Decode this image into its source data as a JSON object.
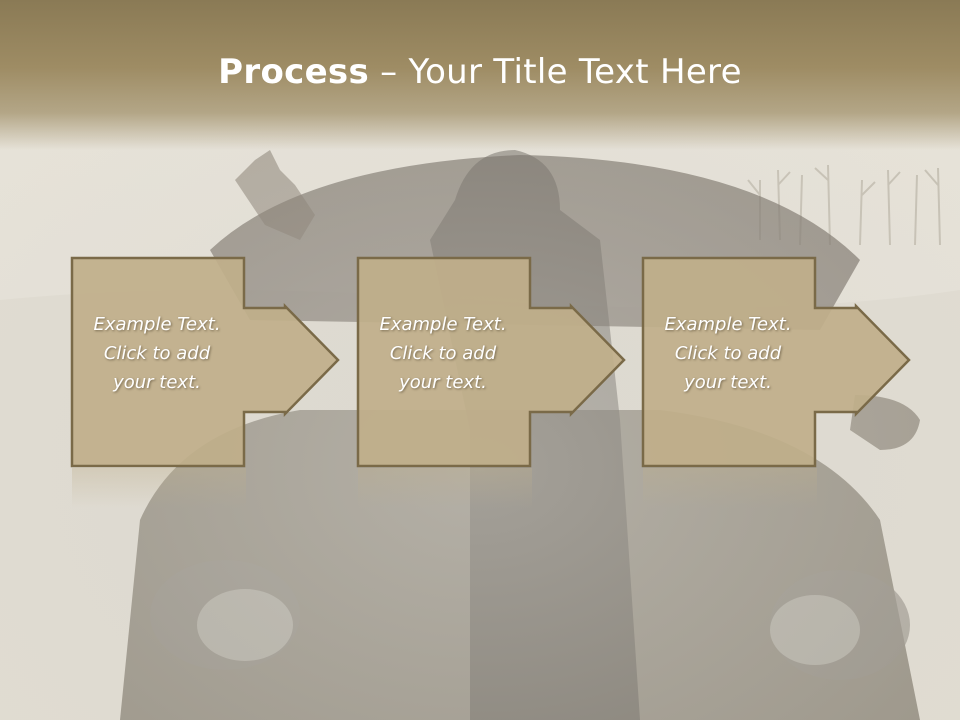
{
  "slide": {
    "title_bold": "Process",
    "title_rest": " – Your Title Text Here"
  },
  "steps": [
    {
      "text": "Example Text.\nClick  to add\nyour text."
    },
    {
      "text": "Example Text.\nClick  to add\nyour text."
    },
    {
      "text": "Example Text.\nClick  to add\nyour text."
    }
  ],
  "colors": {
    "header": "#8a7a55",
    "box_fill": "#c0af8a",
    "box_stroke": "#7a6a48",
    "title_text": "#ffffff"
  }
}
